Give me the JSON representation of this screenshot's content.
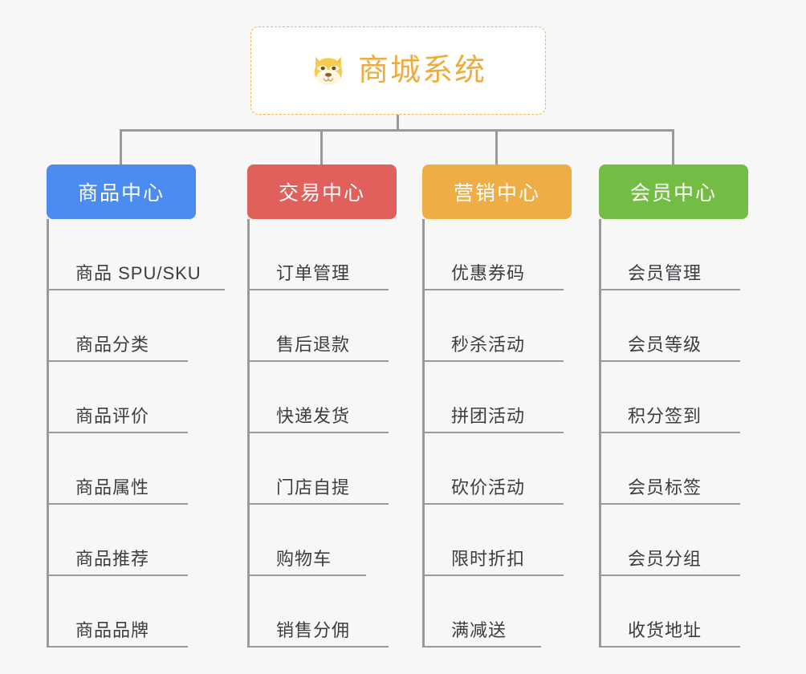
{
  "diagram": {
    "title": "商城系统",
    "background_color": "#f7f7f7",
    "root": {
      "label": "商城系统",
      "icon": "shiba-dog-face-icon",
      "text_color": "#edad3e",
      "border_color": "#f0b552",
      "border_style": "dashed",
      "background": "#ffffff"
    },
    "connector_color": "#9a9a9a",
    "leaf_text_color": "#3b3d40",
    "categories": [
      {
        "label": "商品中心",
        "color": "#4a8cf0",
        "items": [
          {
            "label": "商品 SPU/SKU",
            "width": "wide"
          },
          {
            "label": "商品分类",
            "width": "med"
          },
          {
            "label": "商品评价",
            "width": "med"
          },
          {
            "label": "商品属性",
            "width": "med"
          },
          {
            "label": "商品推荐",
            "width": "med"
          },
          {
            "label": "商品品牌",
            "width": "med"
          }
        ]
      },
      {
        "label": "交易中心",
        "color": "#e0605c",
        "items": [
          {
            "label": "订单管理",
            "width": "med"
          },
          {
            "label": "售后退款",
            "width": "med"
          },
          {
            "label": "快递发货",
            "width": "med"
          },
          {
            "label": "门店自提",
            "width": "med"
          },
          {
            "label": "购物车",
            "width": "short"
          },
          {
            "label": "销售分佣",
            "width": "med"
          }
        ]
      },
      {
        "label": "营销中心",
        "color": "#eead45",
        "items": [
          {
            "label": "优惠券码",
            "width": "med"
          },
          {
            "label": "秒杀活动",
            "width": "med"
          },
          {
            "label": "拼团活动",
            "width": "med"
          },
          {
            "label": "砍价活动",
            "width": "med"
          },
          {
            "label": "限时折扣",
            "width": "med"
          },
          {
            "label": "满减送",
            "width": "short"
          }
        ]
      },
      {
        "label": "会员中心",
        "color": "#74bd45",
        "items": [
          {
            "label": "会员管理",
            "width": "med"
          },
          {
            "label": "会员等级",
            "width": "med"
          },
          {
            "label": "积分签到",
            "width": "med"
          },
          {
            "label": "会员标签",
            "width": "med"
          },
          {
            "label": "会员分组",
            "width": "med"
          },
          {
            "label": "收货地址",
            "width": "med"
          }
        ]
      }
    ]
  }
}
